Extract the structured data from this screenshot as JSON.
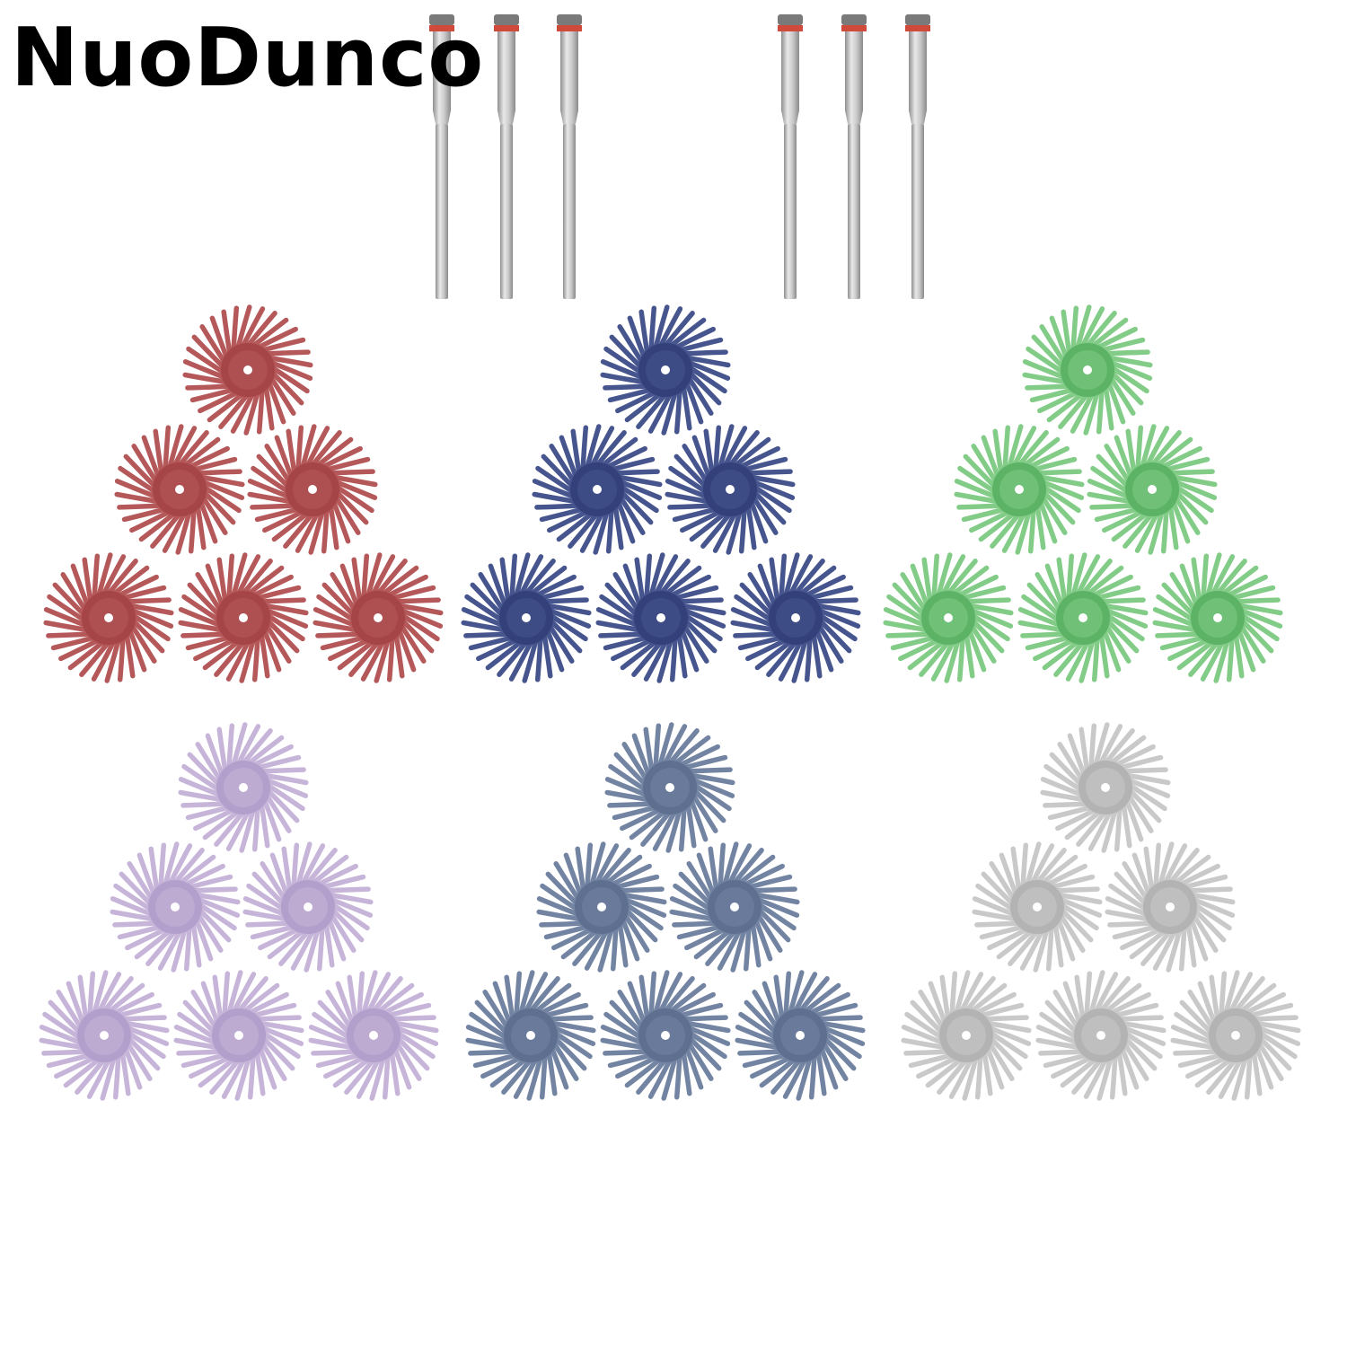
{
  "brand": {
    "name": "NuoDunco"
  },
  "product": {
    "mandrel_count": 6,
    "disc_groups": [
      {
        "color_name": "red",
        "color": "#b5585a",
        "hub_color": "#a64548",
        "disc_count": 6
      },
      {
        "color_name": "navy",
        "color": "#47558e",
        "hub_color": "#34407a",
        "disc_count": 6
      },
      {
        "color_name": "green",
        "color": "#82cc88",
        "hub_color": "#5cb265",
        "disc_count": 6
      },
      {
        "color_name": "lavender",
        "color": "#c7b5d9",
        "hub_color": "#b39fcb",
        "disc_count": 6
      },
      {
        "color_name": "slate-blue",
        "color": "#7384a3",
        "hub_color": "#5e6f90",
        "disc_count": 6
      },
      {
        "color_name": "gray",
        "color": "#c9c9c9",
        "hub_color": "#b3b3b3",
        "disc_count": 6
      }
    ],
    "mandrel_colors": {
      "shaft": "#c9c9c9",
      "shaft_dark": "#8f8f8f",
      "cap_ring": "#d04a3c"
    }
  }
}
